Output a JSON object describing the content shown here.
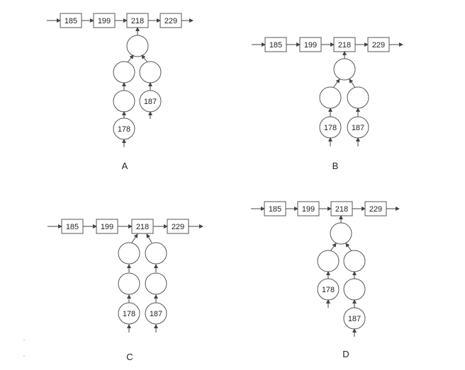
{
  "panels": [
    {
      "letter": "A",
      "list": [
        "185",
        "199",
        "218",
        "229"
      ],
      "tree": {
        "root": {
          "label": ""
        },
        "branches": [
          {
            "chain": [
              {
                "label": ""
              },
              {
                "label": ""
              },
              {
                "label": "178"
              }
            ]
          },
          {
            "chain": [
              {
                "label": ""
              },
              {
                "label": "187"
              }
            ]
          }
        ]
      }
    },
    {
      "letter": "B",
      "list": [
        "185",
        "199",
        "218",
        "229"
      ],
      "tree": {
        "root": {
          "label": ""
        },
        "branches": [
          {
            "chain": [
              {
                "label": ""
              },
              {
                "label": "178"
              }
            ]
          },
          {
            "chain": [
              {
                "label": ""
              },
              {
                "label": "187"
              }
            ]
          }
        ]
      }
    },
    {
      "letter": "C",
      "list": [
        "185",
        "199",
        "218",
        "229"
      ],
      "tree": {
        "root": null,
        "branches": [
          {
            "chain": [
              {
                "label": ""
              },
              {
                "label": ""
              },
              {
                "label": "178"
              }
            ]
          },
          {
            "chain": [
              {
                "label": ""
              },
              {
                "label": ""
              },
              {
                "label": "187"
              }
            ]
          }
        ]
      }
    },
    {
      "letter": "D",
      "list": [
        "185",
        "199",
        "218",
        "229"
      ],
      "tree": {
        "root": {
          "label": ""
        },
        "branches": [
          {
            "chain": [
              {
                "label": ""
              },
              {
                "label": "178"
              }
            ]
          },
          {
            "chain": [
              {
                "label": ""
              },
              {
                "label": ""
              },
              {
                "label": "187"
              }
            ]
          }
        ]
      }
    }
  ]
}
